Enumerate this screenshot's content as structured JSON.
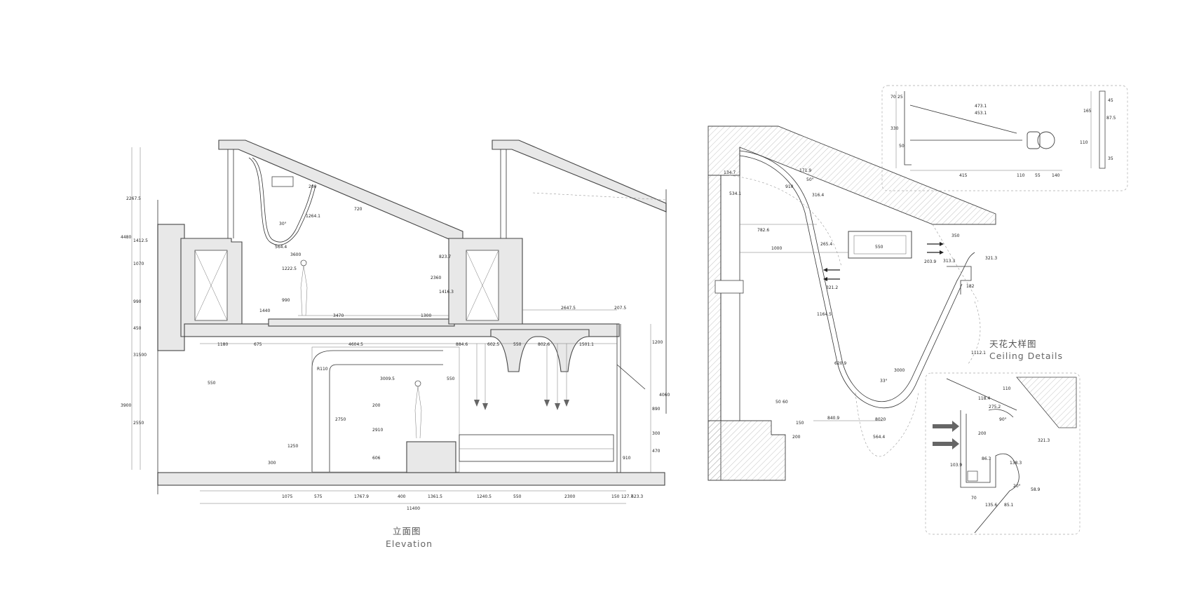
{
  "labels": {
    "elevation_cn": "立面图",
    "elevation_en": "Elevation",
    "ceiling_cn": "天花大样图",
    "ceiling_en": "Ceiling Details"
  },
  "elevation_dims": {
    "bottom_row": [
      "1075",
      "575",
      "1767.9",
      "400",
      "1361.5",
      "1240.5",
      "550",
      "2300",
      "150",
      "127.7",
      "623.3"
    ],
    "bottom_total": "11400",
    "middle_row": [
      "1180",
      "675",
      "4604.5",
      "884.6",
      "602.5",
      "550",
      "802.6",
      "1501.1"
    ],
    "upper_row": [
      "3470",
      "1300",
      "2647.5",
      "207.5"
    ],
    "inner": [
      "3009.5",
      "550",
      "R110",
      "2750",
      "2910",
      "1250",
      "300",
      "606",
      "200",
      "550"
    ],
    "attic": [
      "564.4",
      "30°",
      "1222.5",
      "3600",
      "1440",
      "990",
      "2360",
      "1416.3",
      "823.7",
      "720",
      "1264.1",
      "200"
    ],
    "left_vertical": [
      "2267.5",
      "4480",
      "1412.5",
      "1070",
      "990",
      "450",
      "3900",
      "2550",
      "31500"
    ],
    "right_vertical": [
      "1200",
      "4060",
      "890",
      "300",
      "470",
      "910"
    ]
  },
  "ceiling_dims": {
    "main": [
      "1000",
      "782.6",
      "134.7",
      "534.1",
      "550",
      "910",
      "171.9",
      "316.4",
      "265.4",
      "1164.5",
      "321.2",
      "620.9",
      "3000",
      "33°",
      "840.9",
      "564.4",
      "8020",
      "200",
      "50",
      "60",
      "150",
      "313.3",
      "203.9",
      "321.3",
      "1112.1",
      "182",
      "350",
      "50°"
    ],
    "detail_top": [
      "473.1",
      "453.1",
      "415",
      "110",
      "55",
      "140",
      "165",
      "330",
      "50",
      "110",
      "87.5",
      "45",
      "25",
      "35",
      "70"
    ],
    "detail_bottom": [
      "110",
      "118.4",
      "86.3",
      "138.3",
      "103.9",
      "70",
      "135.6",
      "85.1",
      "58.9",
      "321.3",
      "20°",
      "90°",
      "275.2",
      "200"
    ]
  }
}
